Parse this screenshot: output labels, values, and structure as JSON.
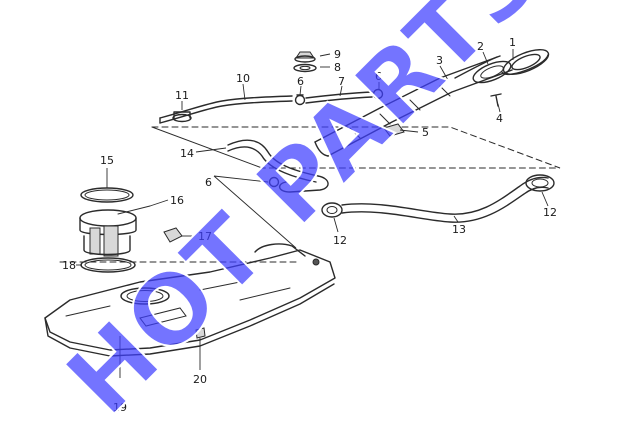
{
  "watermark": {
    "text": "HOT PARTS",
    "color": "#3f3fff"
  },
  "callouts": {
    "n1": "1",
    "n2": "2",
    "n3": "3",
    "n4": "4",
    "n5": "5",
    "n6a": "6",
    "n6b": "6",
    "n6c": "6",
    "n7": "7",
    "n8": "8",
    "n9": "9",
    "n10": "10",
    "n11": "11",
    "n12a": "12",
    "n12b": "12",
    "n13": "13",
    "n14": "14",
    "n15": "15",
    "n16": "16",
    "n17": "17",
    "n18": "18",
    "n19": "19",
    "n20": "20"
  }
}
